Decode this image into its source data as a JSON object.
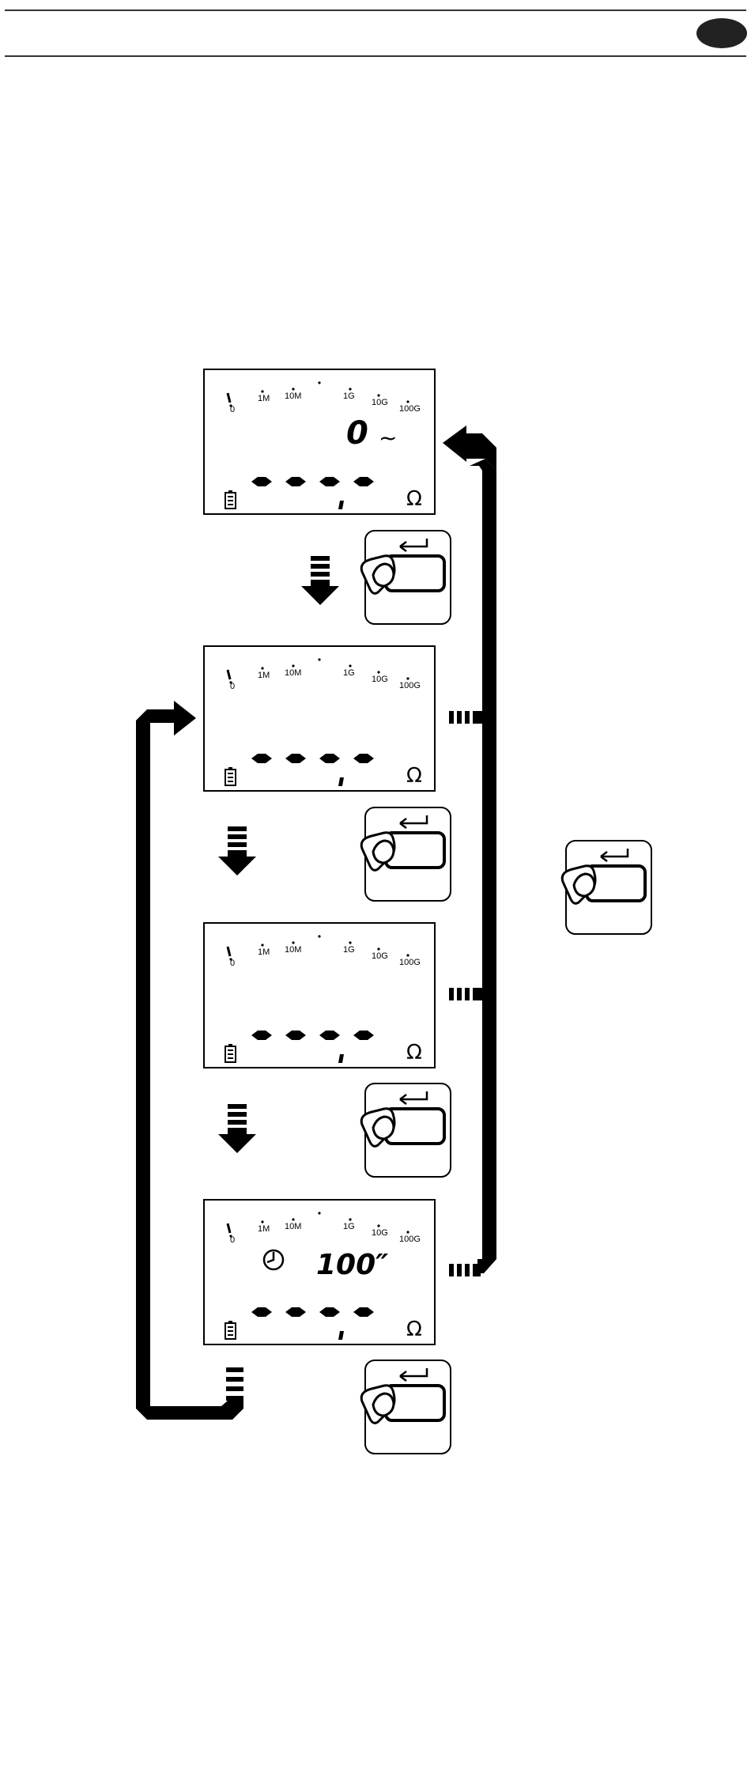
{
  "scale_labels": [
    "0",
    "1M",
    "10M",
    "1G",
    "10G",
    "100G"
  ],
  "symbols": {
    "ohm": "Ω",
    "tilde": "~"
  },
  "screens": [
    {
      "readout": "0",
      "show_tilde": true,
      "show_timer": false
    },
    {
      "readout": "",
      "show_tilde": false,
      "show_timer": false
    },
    {
      "readout": "",
      "show_tilde": false,
      "show_timer": false
    },
    {
      "readout": "100″",
      "show_tilde": false,
      "show_timer": true
    }
  ],
  "icons": {
    "enter_button": "enter-button-press-icon",
    "battery": "battery-icon",
    "timer": "timer-icon",
    "step_arrow": "down-arrow-icon"
  },
  "colors": {
    "ink": "#000000",
    "paper": "#ffffff",
    "rule": "#333333"
  }
}
